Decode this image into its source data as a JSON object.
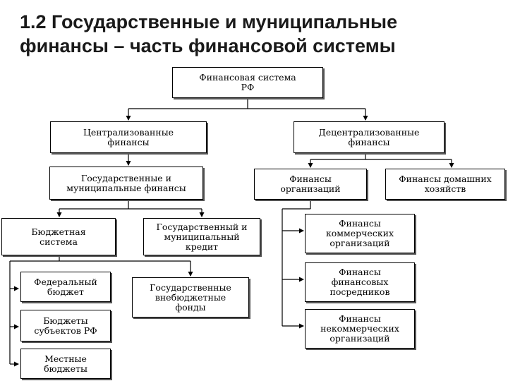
{
  "title": {
    "line1": "1.2 Государственные и муниципальные",
    "line2": "финансы – часть финансовой системы"
  },
  "nodes": {
    "fin_system": [
      "Финансовая система",
      "РФ"
    ],
    "centralized": [
      "Централизованные",
      "финансы"
    ],
    "decentralized": [
      "Децентрализованные",
      "финансы"
    ],
    "state_municipal": [
      "Государственные и",
      "муниципальные финансы"
    ],
    "org_finance": [
      "Финансы",
      "организаций"
    ],
    "household": [
      "Финансы домашних",
      "хозяйств"
    ],
    "budget_system": [
      "Бюджетная",
      "система"
    ],
    "state_credit": [
      "Государственный и",
      "муниципальный",
      "кредит"
    ],
    "commercial": [
      "Финансы",
      "коммерческих",
      "организаций"
    ],
    "federal": [
      "Федеральный",
      "бюджет"
    ],
    "extrabudget": [
      "Государственные",
      "внебюджетные",
      "фонды"
    ],
    "intermediaries": [
      "Финансы",
      "финансовых",
      "посредников"
    ],
    "regional": [
      "Бюджеты",
      "субъектов РФ"
    ],
    "noncommercial": [
      "Финансы",
      "некоммерческих",
      "организаций"
    ],
    "local": [
      "Местные",
      "бюджеты"
    ]
  }
}
